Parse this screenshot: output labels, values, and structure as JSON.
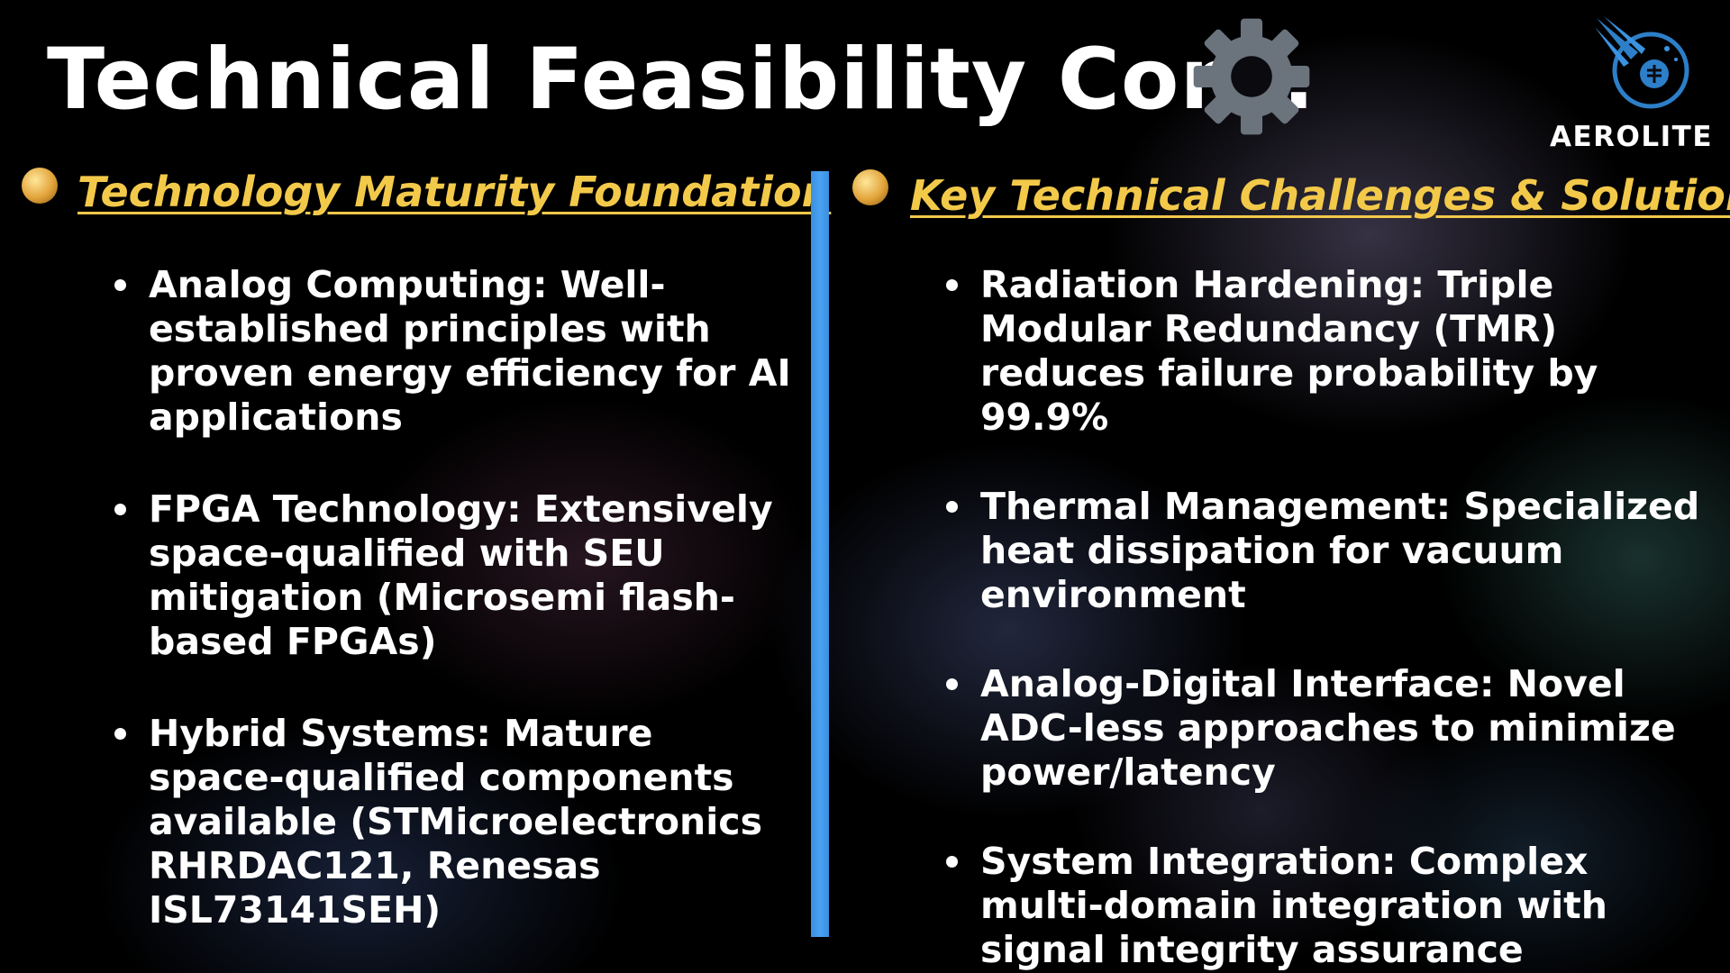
{
  "title": "Technical Feasibility Cont.",
  "icons": {
    "gear": "gear-icon",
    "logo": "aerolite-logo",
    "bullet_orb": "gold-orb-icon"
  },
  "logo": {
    "name": "AEROLITE"
  },
  "colors": {
    "heading": "#f3c94a",
    "divider": "#4aa3f2",
    "gear": "#6b737c",
    "logo_ring": "#2c7fc8"
  },
  "left": {
    "heading": "Technology Maturity Foundation",
    "bullets": [
      "Analog Computing: Well-established principles with proven energy efficiency for AI applications",
      "FPGA Technology: Extensively space-qualified with SEU mitigation (Microsemi flash-based FPGAs)",
      "Hybrid Systems: Mature space-qualified components available (STMicroelectronics RHRDAC121, Renesas ISL73141SEH)"
    ]
  },
  "right": {
    "heading": "Key Technical Challenges & Solutions",
    "bullets": [
      "Radiation Hardening: Triple Modular Redundancy (TMR) reduces failure probability by 99.9%",
      "Thermal Management: Specialized heat dissipation for vacuum environment",
      "Analog-Digital Interface: Novel ADC-less approaches to minimize power/latency",
      "System Integration: Complex multi-domain integration with signal integrity assurance"
    ]
  }
}
